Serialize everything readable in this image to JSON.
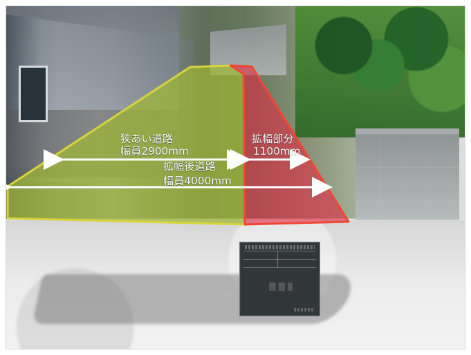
{
  "annotations": {
    "narrow_road_label": "狭あい道路",
    "narrow_road_width": "幅員2900mm",
    "widened_part_label": "拡幅部分",
    "widened_part_width": "1100mm",
    "after_widening_label": "拡幅後道路",
    "after_widening_width": "幅員4000mm"
  },
  "colors": {
    "yellow_area": "#9fb735",
    "yellow_stroke": "#d8d43b",
    "red_area": "#df2d45",
    "red_stroke": "#f04735",
    "arrow": "#ffffff"
  }
}
